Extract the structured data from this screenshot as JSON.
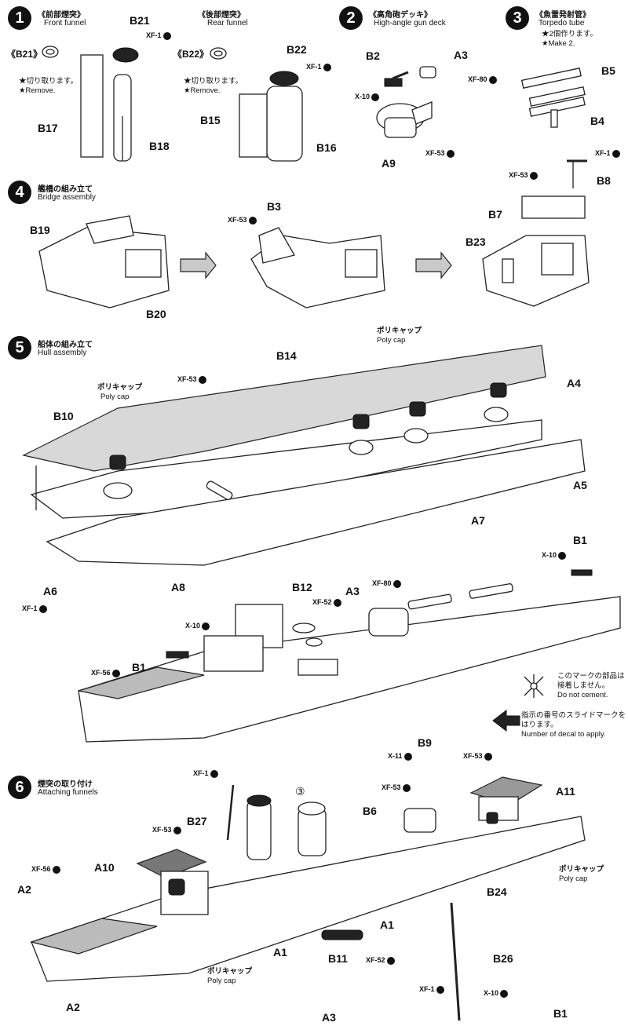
{
  "steps": [
    {
      "num": "1",
      "jp": "《前部煙突》",
      "en": "Front funnel"
    },
    {
      "num": "",
      "jp": "《後部煙突》",
      "en": "Rear funnel"
    },
    {
      "num": "2",
      "jp": "《高角砲デッキ》",
      "en": "High-angle gun deck"
    },
    {
      "num": "3",
      "jp": "《魚雷発射管》",
      "en": "Torpedo tube"
    },
    {
      "num": "4",
      "jp": "艦橋の組み立て",
      "en": "Bridge assembly"
    },
    {
      "num": "5",
      "jp": "船体の組み立て",
      "en": "Hull assembly"
    },
    {
      "num": "6",
      "jp": "煙突の取り付け",
      "en": "Attaching funnels"
    }
  ],
  "remove_notes": {
    "b21_tag": "《B21》",
    "b22_tag": "《B22》",
    "jp": "★切り取ります。",
    "en": "★Remove."
  },
  "torpedo_note": {
    "jp": "★2個作ります。",
    "en": "★Make 2."
  },
  "polycap": {
    "jp": "ポリキャップ",
    "en": "Poly cap"
  },
  "legend": {
    "nocement_jp": "このマークの部品は",
    "nocement_jp2": "接着しません。",
    "nocement_en": "Do not cement.",
    "decal_jp": "指示の番号のスライドマークを",
    "decal_jp2": "はります。",
    "decal_en": "Number of decal to apply."
  },
  "parts": {
    "B21": "B21",
    "B17": "B17",
    "B18": "B18",
    "B22": "B22",
    "B15": "B15",
    "B16": "B16",
    "B2": "B2",
    "A3": "A3",
    "A9": "A9",
    "B5": "B5",
    "B4": "B4",
    "B19": "B19",
    "B20": "B20",
    "B3": "B3",
    "B8": "B8",
    "B7": "B7",
    "B23": "B23",
    "B14": "B14",
    "A4": "A4",
    "B10": "B10",
    "A5": "A5",
    "A7": "A7",
    "A6": "A6",
    "A8": "A8",
    "B1": "B1",
    "B12": "B12",
    "B9": "B9",
    "A11": "A11",
    "B27": "B27",
    "B6": "B6",
    "A10": "A10",
    "A2": "A2",
    "B24": "B24",
    "A1": "A1",
    "B11": "B11",
    "B26": "B26"
  },
  "paints": {
    "XF1": "XF-1",
    "XF80": "XF-80",
    "X10": "X-10",
    "XF53": "XF-53",
    "XF52": "XF-52",
    "XF56": "XF-56",
    "X11": "X-11"
  },
  "callout_3": "③"
}
